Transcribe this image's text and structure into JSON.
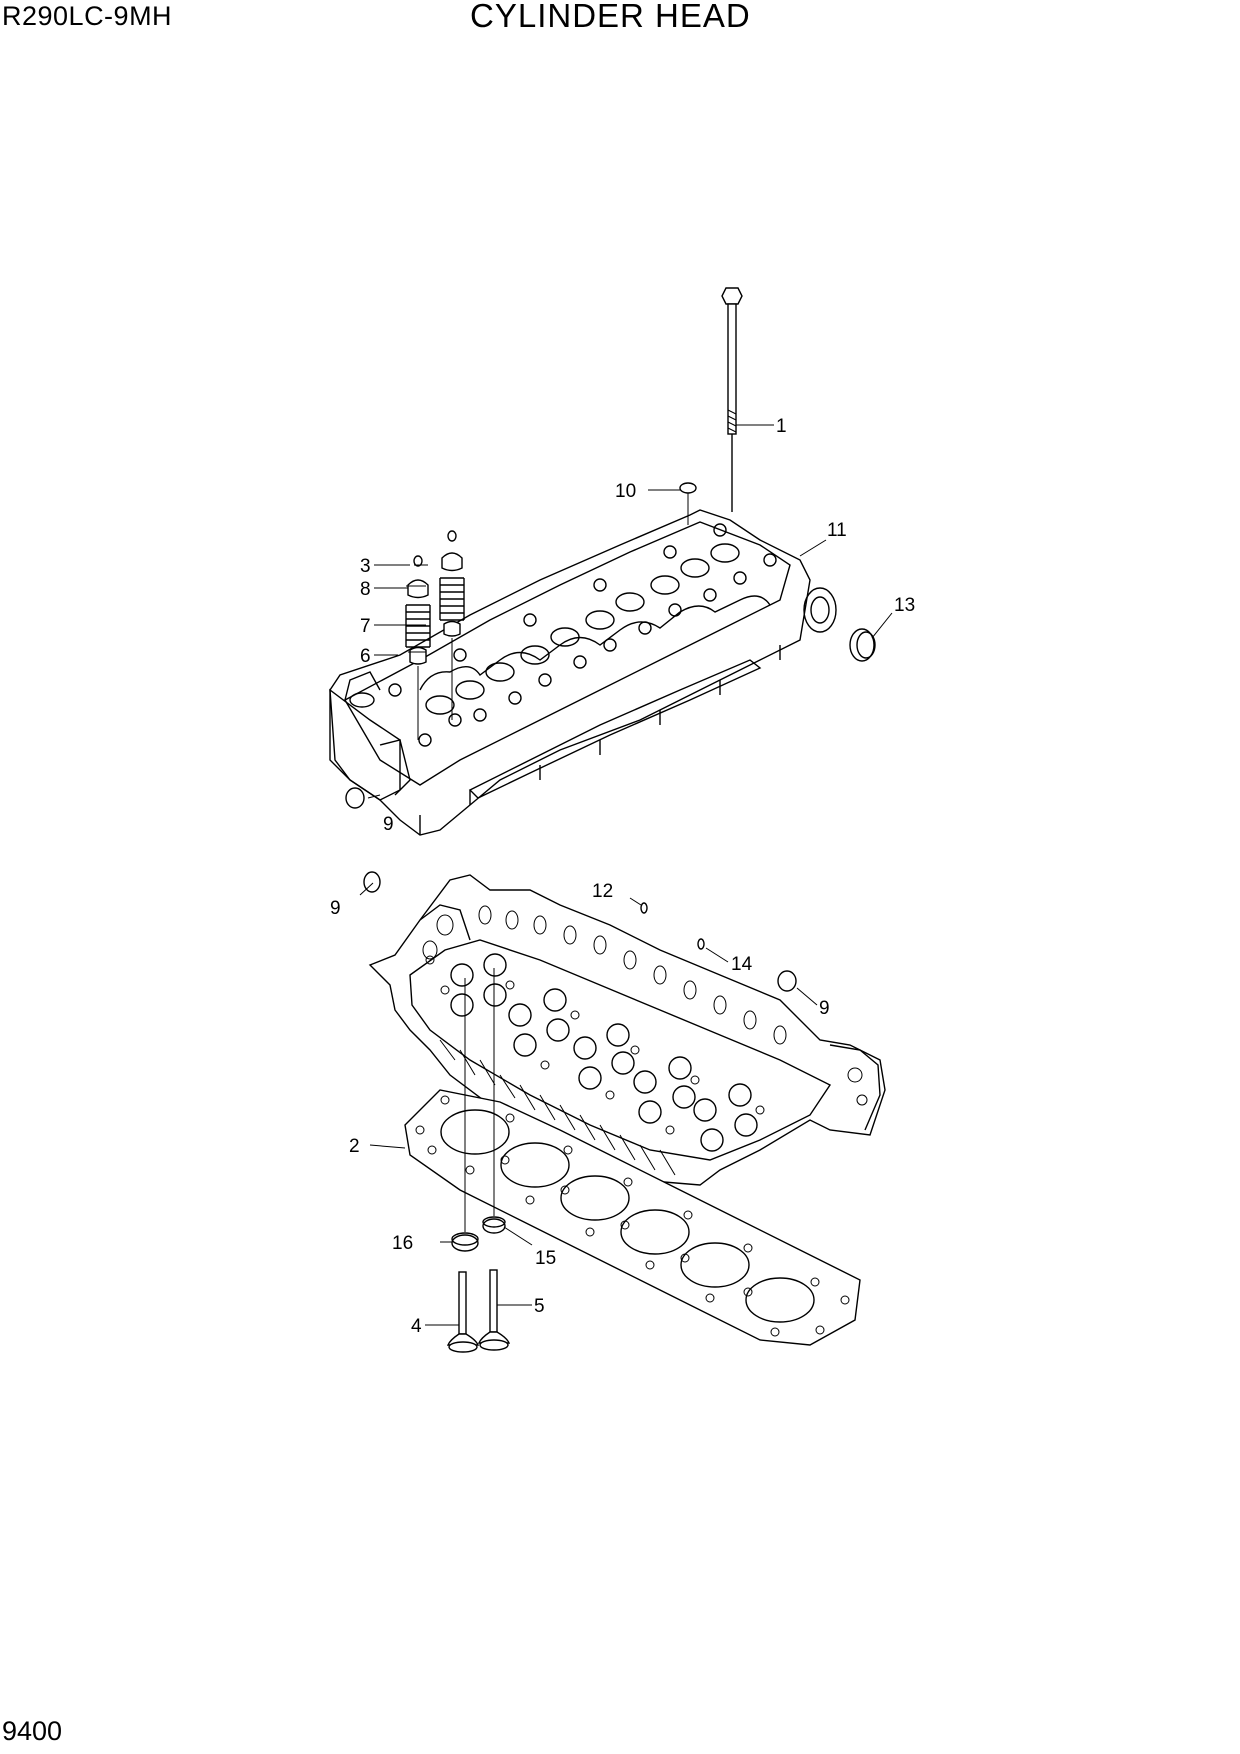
{
  "header": {
    "model": "R290LC-9MH",
    "title": "CYLINDER HEAD"
  },
  "footer": {
    "page_number": "9400"
  },
  "callouts": {
    "c1": "1",
    "c2": "2",
    "c3": "3",
    "c4": "4",
    "c5": "5",
    "c6": "6",
    "c7": "7",
    "c8": "8",
    "c9a": "9",
    "c9b": "9",
    "c9c": "9",
    "c10": "10",
    "c11": "11",
    "c12": "12",
    "c13": "13",
    "c14": "14",
    "c15": "15",
    "c16": "16"
  }
}
